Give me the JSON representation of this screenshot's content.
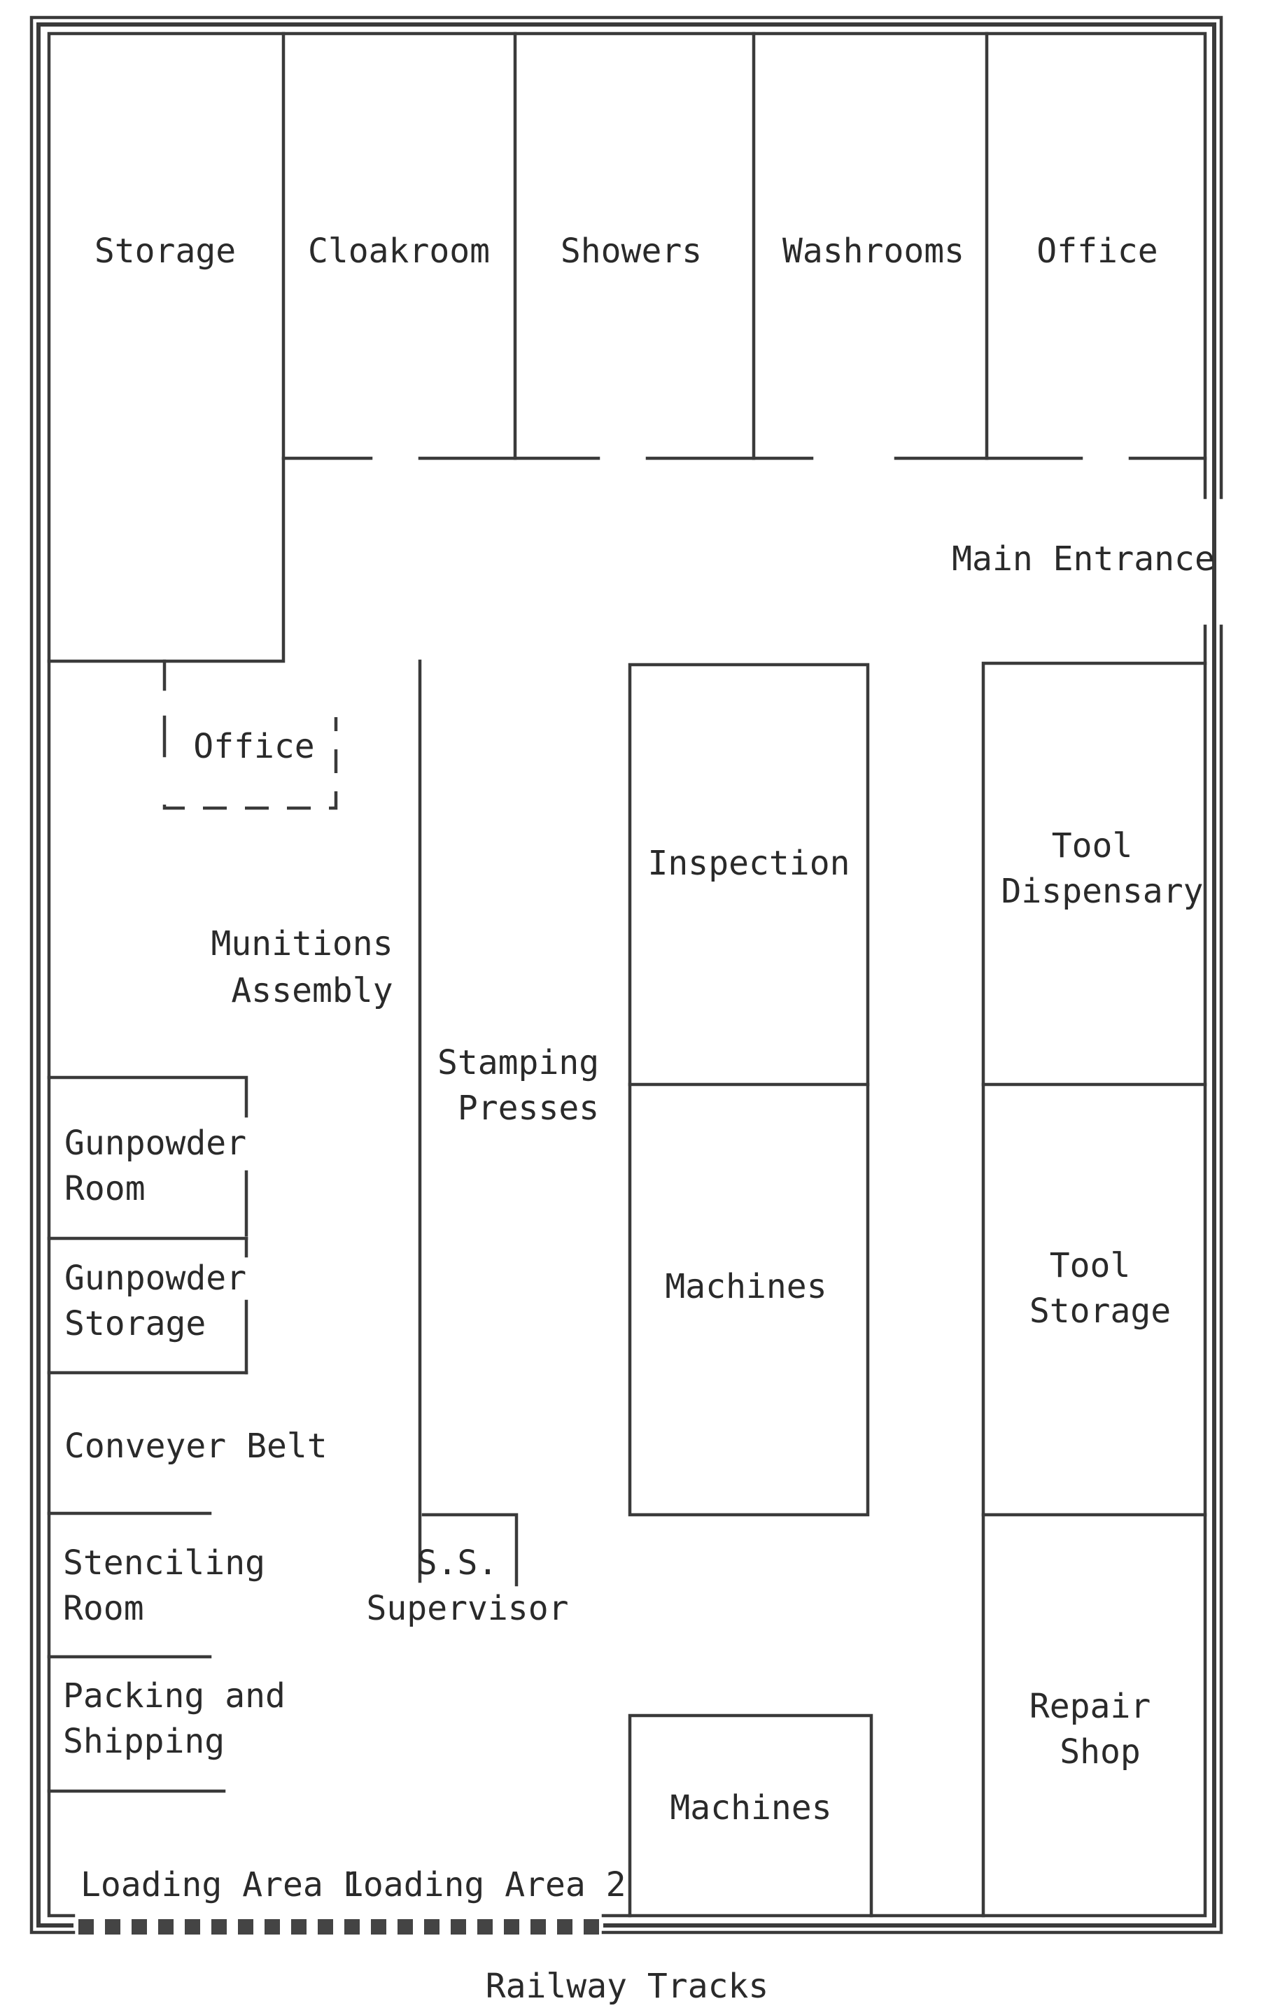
{
  "rooms": {
    "storage": [
      "Storage"
    ],
    "cloakroom": [
      "Cloakroom"
    ],
    "showers": [
      "Showers"
    ],
    "washrooms": [
      "Washrooms"
    ],
    "office_top": [
      "Office"
    ],
    "main_entrance": [
      "Main Entrance"
    ],
    "office_small": [
      "Office"
    ],
    "munitions_assembly": [
      "Munitions",
      "Assembly"
    ],
    "stamping_presses": [
      "Stamping",
      "Presses"
    ],
    "inspection": [
      "Inspection"
    ],
    "tool_dispensary": [
      "Tool",
      "Dispensary"
    ],
    "machines_mid": [
      "Machines"
    ],
    "tool_storage": [
      "Tool",
      "Storage"
    ],
    "gunpowder_room": [
      "Gunpowder",
      "Room"
    ],
    "gunpowder_storage": [
      "Gunpowder",
      "Storage"
    ],
    "conveyer_belt": [
      "Conveyer Belt"
    ],
    "stenciling_room": [
      "Stenciling",
      "Room"
    ],
    "packing_shipping": [
      "Packing and",
      "Shipping"
    ],
    "ss_supervisor": [
      "S.S.",
      "Supervisor"
    ],
    "repair_shop": [
      "Repair",
      "Shop"
    ],
    "machines_bottom": [
      "Machines"
    ],
    "loading_area_1": [
      "Loading Area 1"
    ],
    "loading_area_2": [
      "Loading Area 2"
    ],
    "railway_tracks": [
      "Railway Tracks"
    ]
  }
}
